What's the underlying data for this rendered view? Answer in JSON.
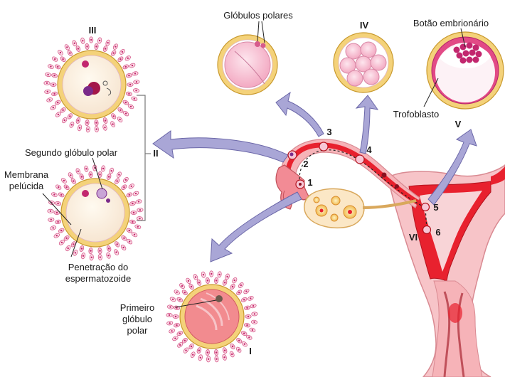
{
  "labels": {
    "globulos_polares": "Glóbulos polares",
    "botao_embrionario": "Botão embrionário",
    "trofoblasto": "Trofoblasto",
    "segundo_globulo_polar": "Segundo glóbulo polar",
    "membrana_line1": "Membrana",
    "membrana_line2": "pelúcida",
    "penetracao_line1": "Penetração do",
    "penetracao_line2": "espermatozoide",
    "primeiro_line1": "Primeiro",
    "primeiro_line2": "glóbulo",
    "primeiro_line3": "polar"
  },
  "roman": {
    "i": "I",
    "ii": "II",
    "iii": "III",
    "iv": "IV",
    "v": "V",
    "vi": "VI"
  },
  "steps": {
    "s1": "1",
    "s2": "2",
    "s3": "3",
    "s4": "4",
    "s5": "5",
    "s6": "6"
  },
  "colors": {
    "tissue": "#e8212e",
    "tissue_light": "#f6b3b8",
    "arrow": "#a9a6d6",
    "arrow_stroke": "#6b67a8",
    "zona": "#f4d27a",
    "cell_pink": "#f7c7d6"
  }
}
